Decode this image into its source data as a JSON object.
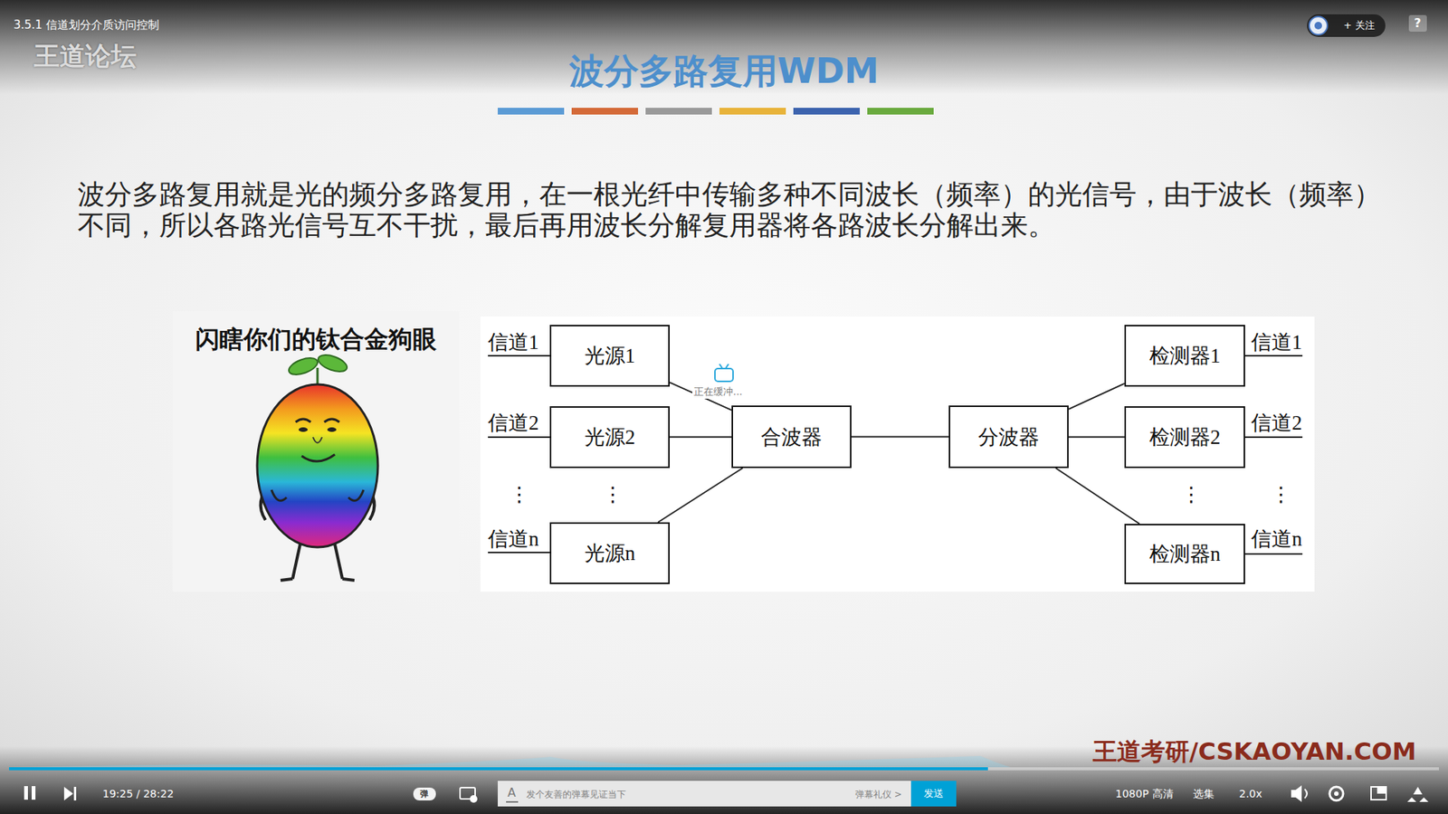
{
  "diagram": {
    "title": "波分多路复用WDM",
    "nodes": [
      {
        "text": [
          "+ 关注"
        ]
      },
      {
        "text": [
          "光源1"
        ]
      },
      {
        "text": [
          "光源2"
        ]
      },
      {
        "text": [
          "光源n"
        ]
      },
      {
        "text": [
          "合波器"
        ]
      },
      {
        "text": [
          "分波器"
        ]
      },
      {
        "text": [
          "检测器1"
        ]
      },
      {
        "text": [
          "检测器2"
        ]
      },
      {
        "text": [
          "检测器n"
        ]
      },
      {
        "text": [
          "发送"
        ]
      }
    ],
    "edges": [
      {
        "from": 1,
        "to": 4,
        "arrow": "none"
      },
      {
        "from": 2,
        "to": 4,
        "arrow": "none"
      },
      {
        "from": 3,
        "to": 4,
        "arrow": "none"
      },
      {
        "from": 4,
        "to": 5,
        "arrow": "none"
      },
      {
        "from": 5,
        "to": 6,
        "arrow": "none"
      },
      {
        "from": 5,
        "to": 7,
        "arrow": "none"
      },
      {
        "from": 5,
        "to": 8,
        "arrow": "none"
      }
    ],
    "labels": [
      "3.5.1 信道划分介质访问控制",
      "王道论坛",
      "?",
      "波分多路复用就是光的频分多路复用，在一根光纤中传输多种不同波长（频率）的光信号，由于波长（频率）不同，所以各路光信号互不干扰，最后再用波长分解复用器将各路波长分解出来。",
      "闪瞎你们的钛合金狗眼",
      "信道1",
      "信道2",
      "⋮",
      "信道n",
      "⋮",
      "⋮",
      "信道1",
      "信道2",
      "⋮",
      "信道n",
      "正在缓冲...",
      "19:25 / 28:22",
      "弹",
      "A",
      "发个友善的弹幕见证当下",
      "弹幕礼仪 >",
      "1080P 高清",
      "选集",
      "2.0x",
      "王道考研/CSKAOYAN.COM"
    ]
  }
}
